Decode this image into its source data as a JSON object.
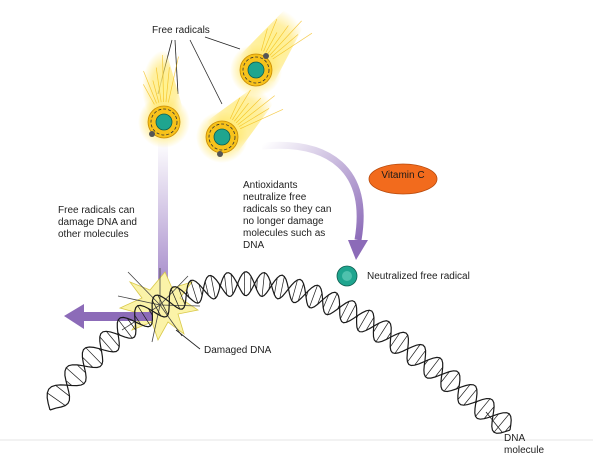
{
  "labels": {
    "free_radicals": "Free radicals",
    "damage_text": "Free radicals can\ndamage DNA and\nother molecules",
    "antioxidant_text": "Antioxidants\nneutralize free\nradicals so they can\nno longer damage\nmolecules such as\nDNA",
    "vitamin_c": "Vitamin C",
    "neutralized": "Neutralized free radical",
    "damaged_dna": "Damaged DNA",
    "dna_molecule": "DNA\nmolecule"
  },
  "colors": {
    "nucleus": "#1fa58f",
    "ring": "#f7c21b",
    "glow": "#ffe45c",
    "arrow": "#8c6bb8",
    "vitamin_c": "#f26b1d",
    "burst": "#fbf3a8",
    "dna": "#1a1a1a"
  }
}
